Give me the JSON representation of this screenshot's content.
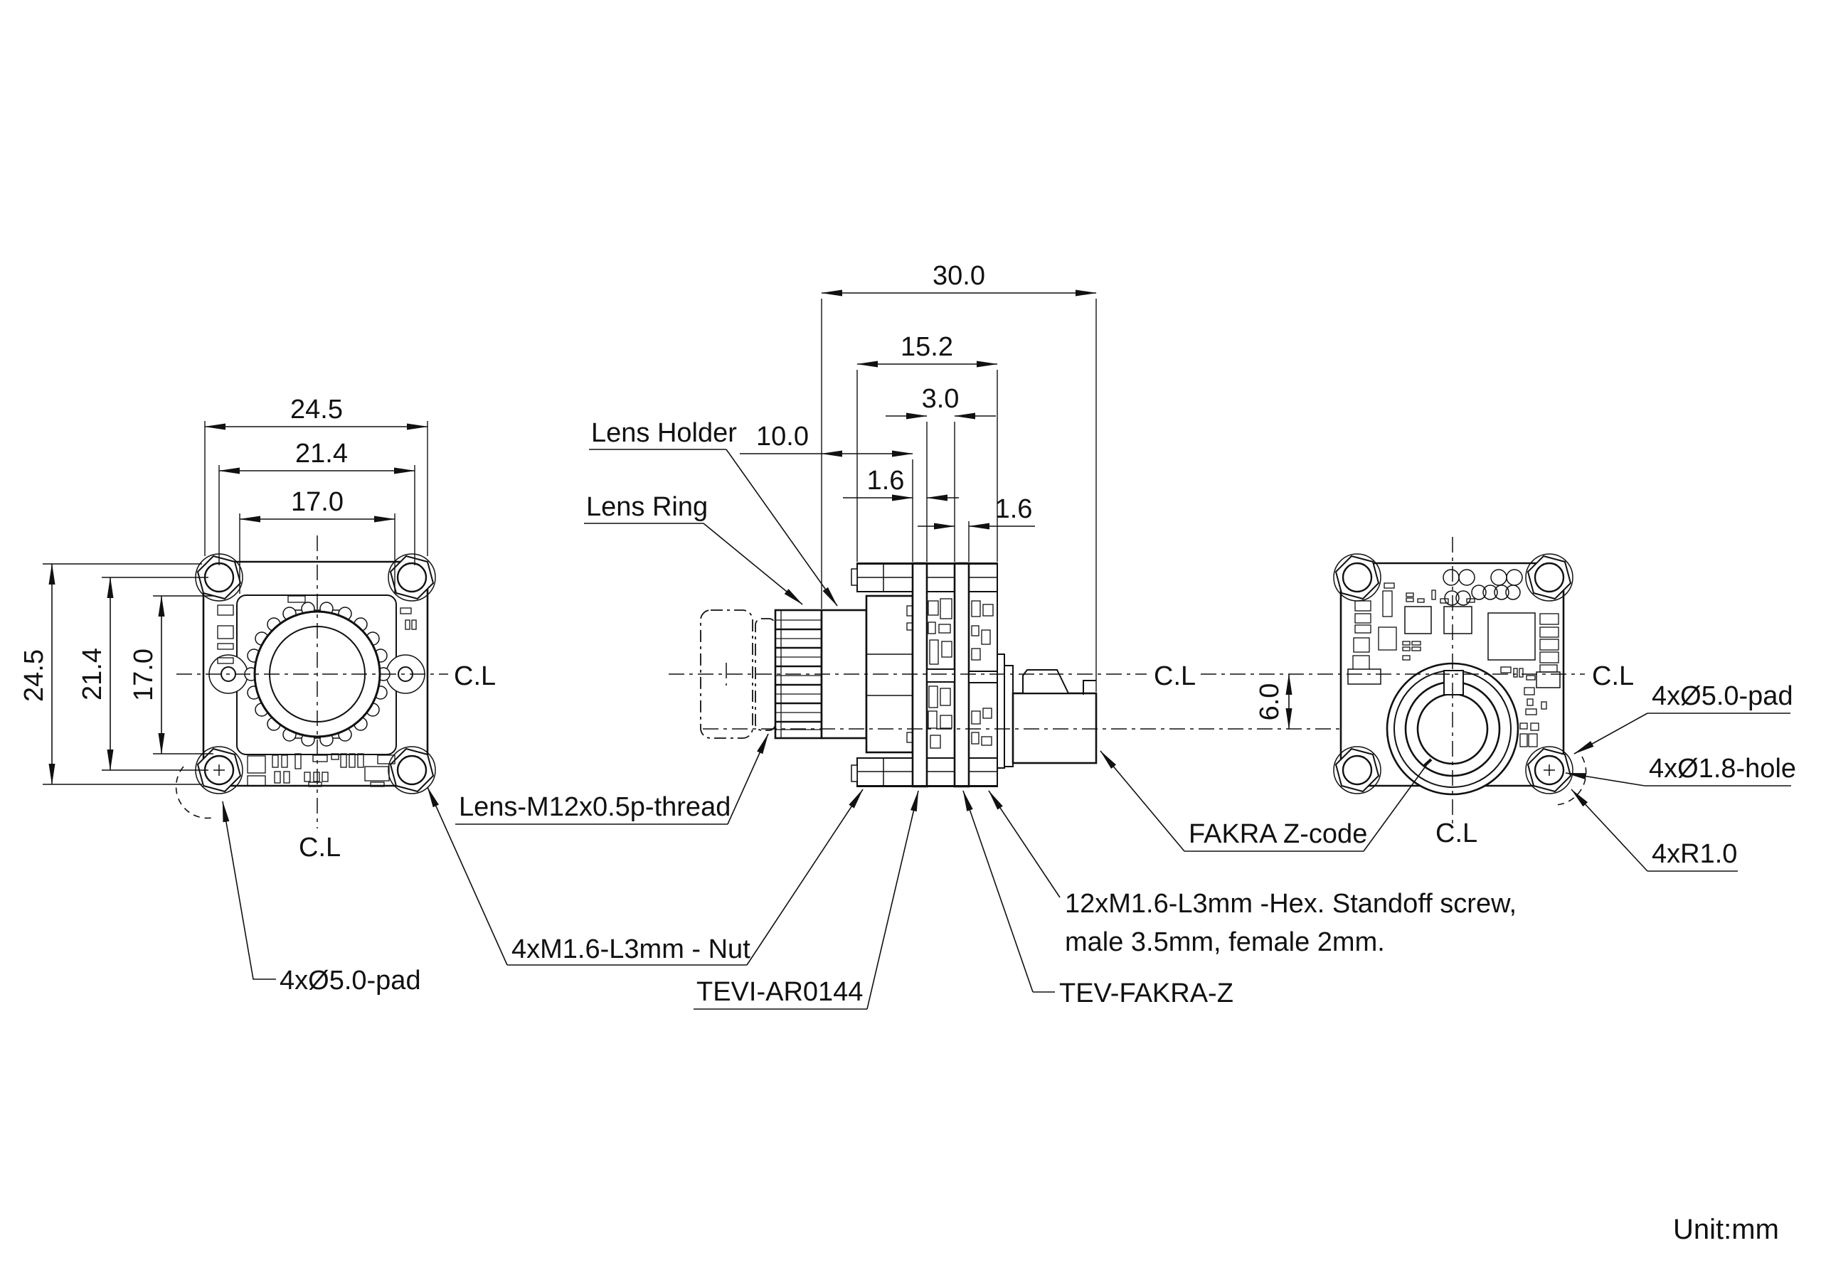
{
  "colors": {
    "line": "#111111",
    "background": "#ffffff"
  },
  "unit_note": "Unit:mm",
  "cl_label": "C.L",
  "front_view": {
    "dims": {
      "width_outer": "24.5",
      "width_pads": "21.4",
      "width_holder": "17.0",
      "height_outer": "24.5",
      "height_pads": "21.4",
      "height_holder": "17.0"
    },
    "pad_label": "4xØ5.0-pad"
  },
  "side_view": {
    "dims": {
      "total_length": "30.0",
      "board_stack": "15.2",
      "board_gap": "3.0",
      "holder_depth": "10.0",
      "board1_thickness": "1.6",
      "board2_thickness": "1.6"
    },
    "labels": {
      "lens_holder": "Lens Holder",
      "lens_ring": "Lens Ring",
      "lens_thread": "Lens-M12x0.5p-thread",
      "nut": "4xM1.6-L3mm - Nut",
      "front_board": "TEVI-AR0144",
      "rear_board": "TEV-FAKRA-Z",
      "standoff_line1": "12xM1.6-L3mm -Hex. Standoff screw,",
      "standoff_line2": "male 3.5mm, female 2mm."
    }
  },
  "rear_view": {
    "dims": {
      "fakra_offset": "6.0"
    },
    "labels": {
      "fakra": "FAKRA Z-code",
      "pad": "4xØ5.0-pad",
      "hole": "4xØ1.8-hole",
      "corner_radius": "4xR1.0"
    }
  }
}
